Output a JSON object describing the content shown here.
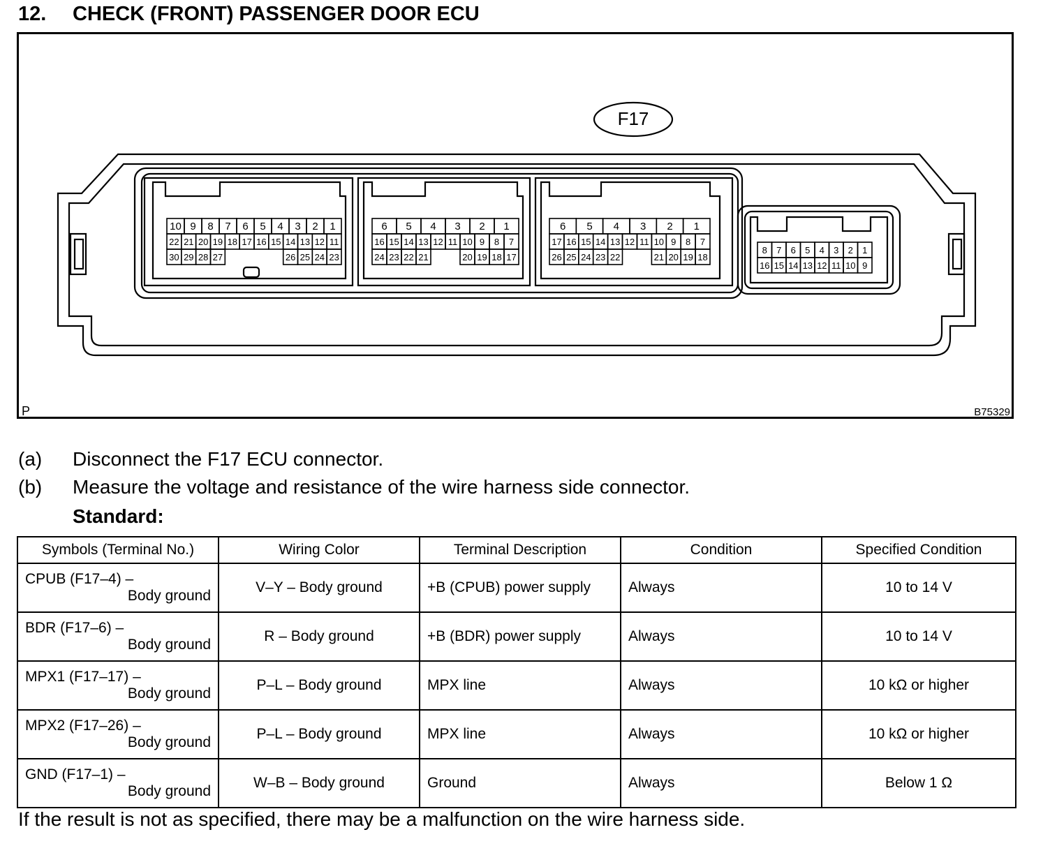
{
  "heading": {
    "number": "12.",
    "title": "CHECK (FRONT) PASSENGER DOOR ECU"
  },
  "figure": {
    "connector_label": "F17",
    "corner_label": "P",
    "figure_code": "B75329",
    "blocks": [
      {
        "rows": [
          [
            "10",
            "9",
            "8",
            "7",
            "6",
            "5",
            "4",
            "3",
            "2",
            "1"
          ],
          [
            "22",
            "21",
            "20",
            "19",
            "18",
            "17",
            "16",
            "15",
            "14",
            "13",
            "12",
            "11"
          ],
          [
            "30",
            "29",
            "28",
            "27",
            "",
            "",
            "",
            "",
            "26",
            "25",
            "24",
            "23"
          ]
        ]
      },
      {
        "rows": [
          [
            "6",
            "5",
            "4",
            "3",
            "2",
            "1"
          ],
          [
            "16",
            "15",
            "14",
            "13",
            "12",
            "11",
            "10",
            "9",
            "8",
            "7"
          ],
          [
            "24",
            "23",
            "22",
            "21",
            "",
            "",
            "20",
            "19",
            "18",
            "17"
          ]
        ]
      },
      {
        "rows": [
          [
            "6",
            "5",
            "4",
            "3",
            "2",
            "1"
          ],
          [
            "17",
            "16",
            "15",
            "14",
            "13",
            "12",
            "11",
            "10",
            "9",
            "8",
            "7"
          ],
          [
            "26",
            "25",
            "24",
            "23",
            "22",
            "",
            "",
            "21",
            "20",
            "19",
            "18"
          ]
        ]
      },
      {
        "rows": [
          [
            "8",
            "7",
            "6",
            "5",
            "4",
            "3",
            "2",
            "1"
          ],
          [
            "16",
            "15",
            "14",
            "13",
            "12",
            "11",
            "10",
            "9"
          ]
        ]
      }
    ]
  },
  "steps": [
    {
      "label": "(a)",
      "text": "Disconnect the F17 ECU connector."
    },
    {
      "label": "(b)",
      "text": "Measure the voltage and resistance of the wire harness side connector."
    }
  ],
  "standard_label": "Standard:",
  "table": {
    "headers": [
      "Symbols (Terminal No.)",
      "Wiring  Color",
      "Terminal Description",
      "Condition",
      "Specified Condition"
    ],
    "rows": [
      {
        "symbol": "CPUB (F17–4) –",
        "ground": "Body ground",
        "wiring": "V–Y – Body ground",
        "description": "+B (CPUB) power supply",
        "condition": "Always",
        "specified": "10 to 14 V"
      },
      {
        "symbol": "BDR (F17–6) –",
        "ground": "Body ground",
        "wiring": "R – Body ground",
        "description": "+B (BDR) power supply",
        "condition": "Always",
        "specified": "10 to 14 V"
      },
      {
        "symbol": "MPX1 (F17–17) –",
        "ground": "Body ground",
        "wiring": "P–L – Body ground",
        "description": "MPX line",
        "condition": "Always",
        "specified": "10 kΩ or higher"
      },
      {
        "symbol": "MPX2 (F17–26) –",
        "ground": "Body ground",
        "wiring": "P–L – Body ground",
        "description": "MPX line",
        "condition": "Always",
        "specified": "10 kΩ or higher"
      },
      {
        "symbol": "GND (F17–1) –",
        "ground": "Body ground",
        "wiring": "W–B – Body ground",
        "description": "Ground",
        "condition": "Always",
        "specified": "Below 1 Ω"
      }
    ]
  },
  "note": "If the result is not as specified, there may be a malfunction on the wire harness side."
}
